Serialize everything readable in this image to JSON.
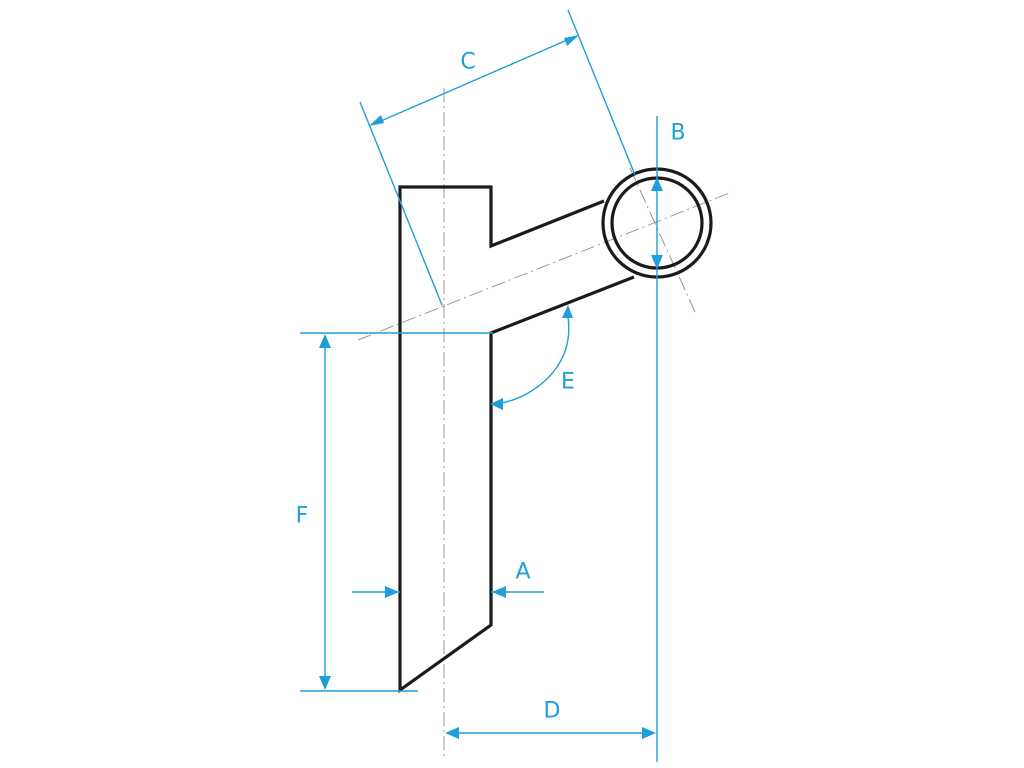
{
  "labels": {
    "a": "A",
    "b": "B",
    "c": "C",
    "d": "D",
    "e": "E",
    "f": "F"
  },
  "colors": {
    "dimension": "#1e9fd8",
    "outline": "#1b1b1b",
    "centerline": "#9a9a9a",
    "background": "#ffffff"
  }
}
